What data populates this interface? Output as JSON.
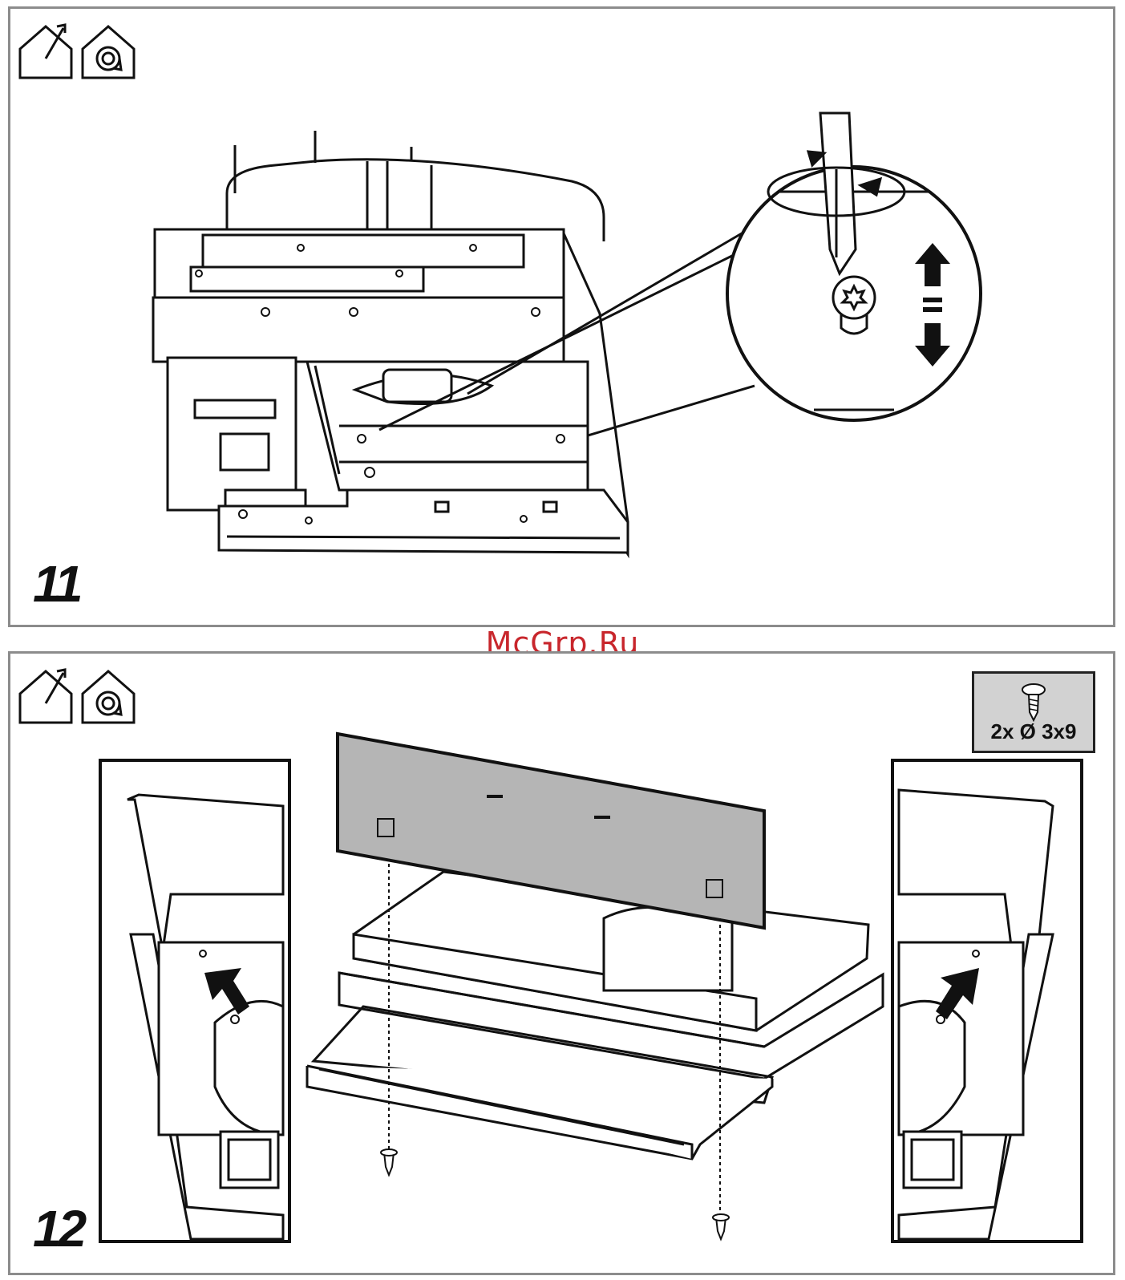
{
  "watermark": "McGrp.Ru",
  "steps": [
    {
      "number": "11",
      "icons": [
        "ducted-exhaust-icon",
        "recirculation-icon"
      ]
    },
    {
      "number": "12",
      "icons": [
        "ducted-exhaust-icon",
        "recirculation-icon"
      ],
      "screw_spec": "2x Ø 3x9"
    }
  ]
}
